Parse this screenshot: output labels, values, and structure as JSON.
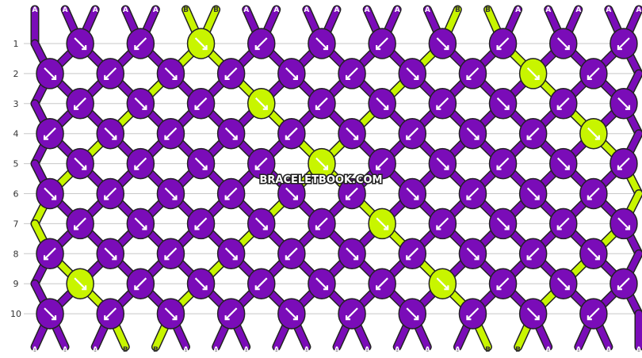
{
  "watermark": "BRACELETBOOK.COM",
  "row_labels": [
    "1",
    "2",
    "3",
    "4",
    "5",
    "6",
    "7",
    "8",
    "9",
    "10"
  ],
  "strands": [
    "A",
    "A",
    "A",
    "A",
    "A",
    "B",
    "B",
    "A",
    "A",
    "A",
    "A",
    "A",
    "A",
    "A",
    "B",
    "B",
    "A",
    "A",
    "A",
    "A",
    "A"
  ],
  "colors": {
    "A": "#7a0cb8",
    "B": "#c8f500",
    "outline": "#222222",
    "grid": "#c8c8c8"
  }
}
